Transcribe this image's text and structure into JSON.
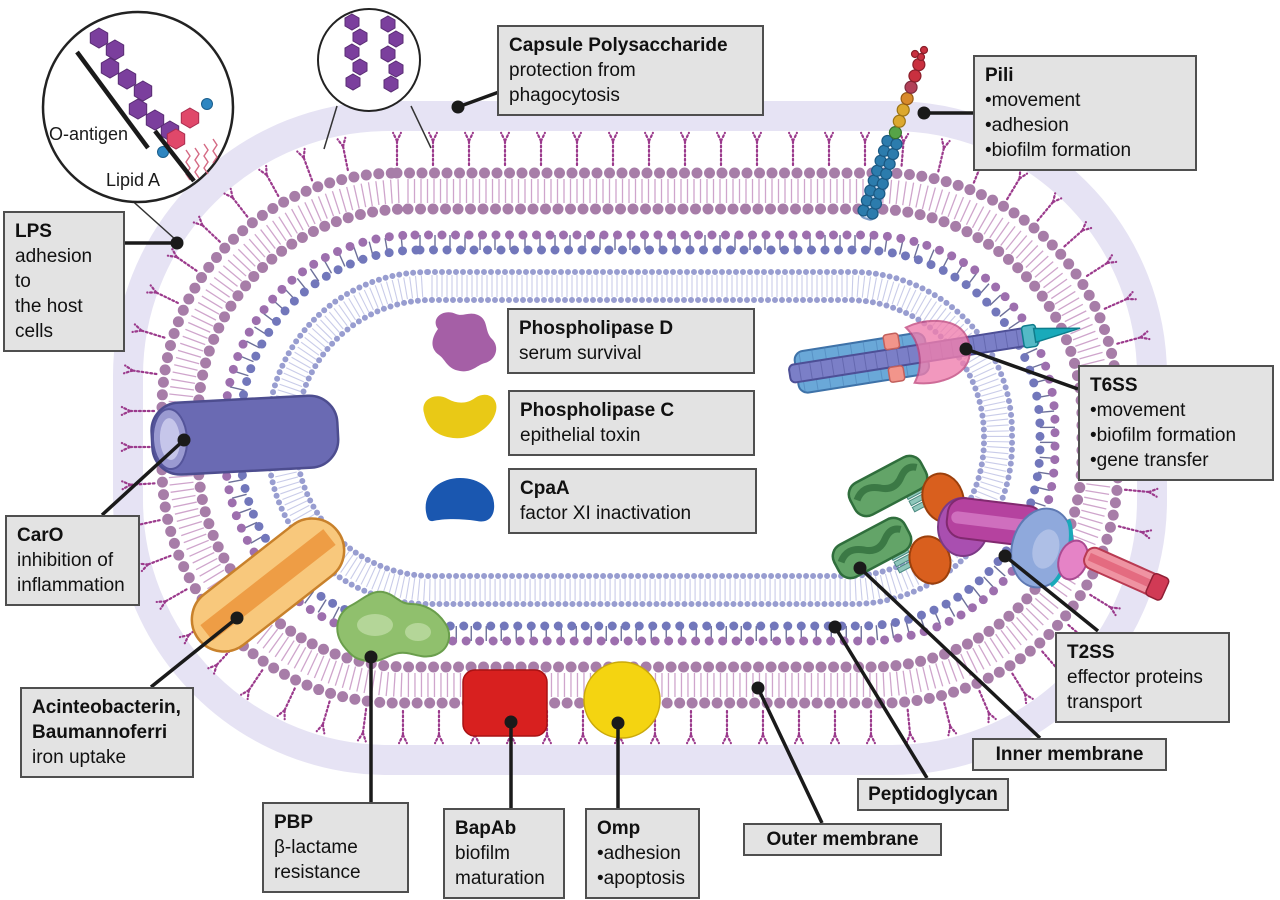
{
  "labels": {
    "capsule": {
      "title": "Capsule Polysaccharide",
      "lines": [
        "protection from",
        "phagocytosis"
      ]
    },
    "pili": {
      "title": "Pili",
      "lines": [
        "•movement",
        "•adhesion",
        "•biofilm formation"
      ]
    },
    "lps": {
      "title": "LPS",
      "lines": [
        "adhesion to",
        "the host",
        "cells"
      ]
    },
    "phospholipase_d": {
      "title": "Phospholipase D",
      "lines": [
        "serum survival"
      ]
    },
    "phospholipase_c": {
      "title": "Phospholipase  C",
      "lines": [
        "epithelial toxin"
      ]
    },
    "cpaa": {
      "title": "CpaA",
      "lines": [
        "factor  XI inactivation"
      ]
    },
    "t6ss": {
      "title": "T6SS",
      "lines": [
        "•movement",
        "•biofilm formation",
        "•gene transfer"
      ]
    },
    "t2ss": {
      "title": "T2SS",
      "lines": [
        "effector proteins",
        "transport"
      ]
    },
    "inner_membrane": {
      "title": "Inner membrane"
    },
    "peptidoglycan": {
      "title": "Peptidoglycan"
    },
    "outer_membrane": {
      "title": "Outer membrane"
    },
    "caro": {
      "title": "CarO",
      "lines": [
        "inhibition of",
        "inflammation"
      ]
    },
    "siderophores": {
      "title": "Acinteobacterin,",
      "title2": "Baumannoferri",
      "lines": [
        "iron uptake"
      ]
    },
    "pbp": {
      "title": "PBP",
      "lines": [
        "β-lactame",
        "resistance"
      ]
    },
    "bapab": {
      "title": "BapAb",
      "lines": [
        "biofilm",
        "maturation"
      ]
    },
    "omp": {
      "title": "Omp",
      "lines": [
        "•adhesion",
        "•apoptosis"
      ]
    }
  },
  "inset": {
    "o_antigen": "O-antigen",
    "lipid_a": "Lipid A"
  },
  "colors": {
    "label_box_bg": "#e3e3e3",
    "label_box_border": "#4f4f4f",
    "text": "#111111",
    "leader": "#1a1a1a",
    "capsule_band": "#e6e3f4",
    "outer_membrane_heads": "#a77da8",
    "outer_membrane_tails": "#cfa5cc",
    "peptidoglycan_purple": "#9d6fae",
    "peptidoglycan_blue": "#7277bb",
    "peptidoglycan_link": "#6d7099",
    "inner_membrane_heads": "#989dd0",
    "inner_membrane_tails": "#c9cce9",
    "lps_chain": "#9b3a8c",
    "phospholipase_d_blob": "#a55fa6",
    "phospholipase_c_blob": "#e9c916",
    "cpaa_blob": "#1a57b0",
    "caro_channel": "#6a6ab3",
    "siderophore_receptor": "#f8c87c",
    "pbp_blob": "#90c06d",
    "bapab_square": "#d8201f",
    "omp_circle": "#f4d411",
    "pilus_blue": "#2c7cad",
    "pilus_green": "#56a447",
    "pilus_yellow": "#dca82e",
    "pilus_orange": "#d98a2b",
    "pilus_red": "#c9303f",
    "t6ss_sheath": "#6aa8d8",
    "t6ss_tube": "#7b7fc7",
    "t6ss_base": "#f07fae",
    "t6ss_spike": "#19aaba",
    "t2ss_green": "#63a468",
    "t2ss_orange": "#d95f1e",
    "t2ss_magenta": "#b5429f",
    "t2ss_blue": "#8fa9dc",
    "t2ss_pink": "#e583c6",
    "t2ss_red_tube": "#ef93a2",
    "o_antigen_hex": "#7b3f9d",
    "lipid_a_red": "#e0486a",
    "lipid_a_dot_blue": "#2e86c1"
  }
}
